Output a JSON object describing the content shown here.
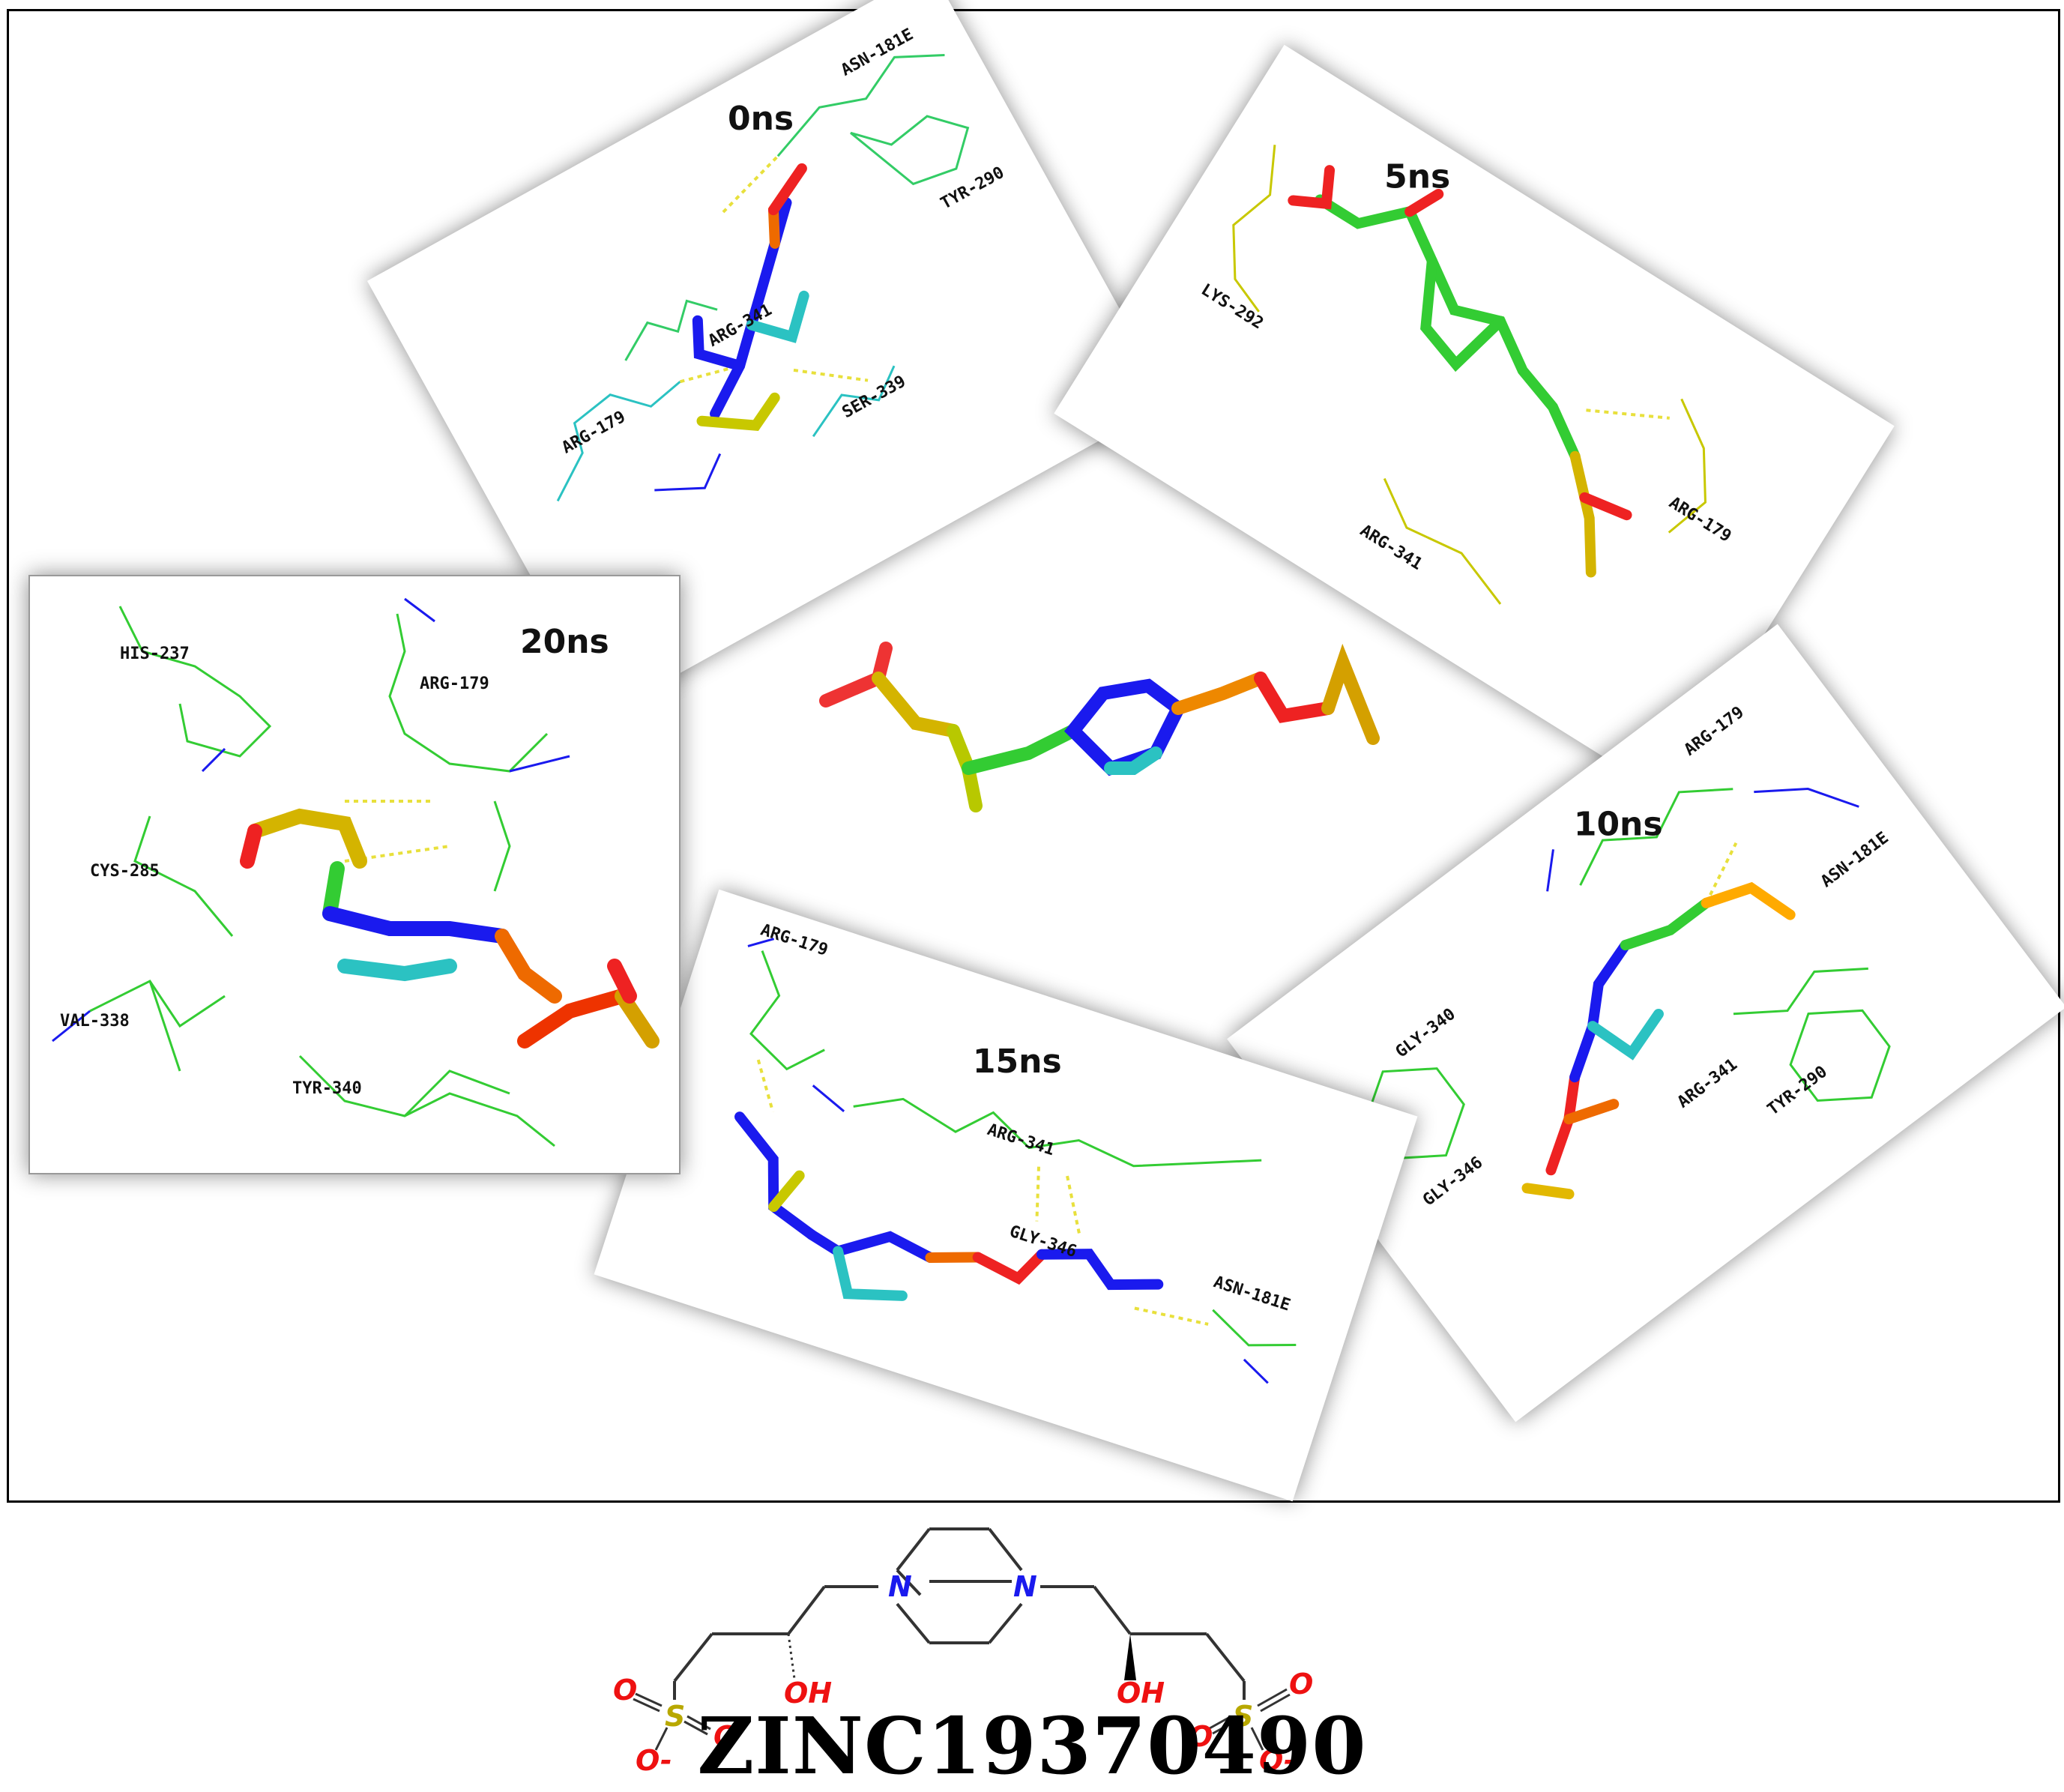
{
  "panels": {
    "p0": {
      "title": "0ns",
      "residues": [
        "ARG-179",
        "ARG-341",
        "SER-339",
        "ASN-181E",
        "TYR-290"
      ]
    },
    "p5": {
      "title": "5ns",
      "residues": [
        "LYS-292",
        "ARG-341",
        "ARG-179"
      ]
    },
    "p10": {
      "title": "10ns",
      "residues": [
        "GLY-346",
        "GLY-340",
        "ASN-181E",
        "ARG-341",
        "ARG-179",
        "TYR-290"
      ]
    },
    "p15": {
      "title": "15ns",
      "residues": [
        "ARG-179",
        "ARG-341",
        "GLY-346",
        "ASN-181E"
      ]
    },
    "p20": {
      "title": "20ns",
      "residues": [
        "HIS-237",
        "ARG-179",
        "CYS-285",
        "VAL-338",
        "TYR-340"
      ]
    }
  },
  "structure": {
    "compound_id": "ZINC19370490",
    "atoms": {
      "n": "N",
      "oh": "OH",
      "o": "O",
      "s": "S",
      "o_minus": "O-"
    }
  },
  "colors": {
    "stick_green": "#33cc33",
    "nitrogen_blue": "#1a1aee",
    "oxygen_red": "#ee2222",
    "sulfur_yellow": "#c8b400",
    "hbond_yellow": "#e8e03c",
    "hydrogen_white": "#e6e6e6"
  }
}
